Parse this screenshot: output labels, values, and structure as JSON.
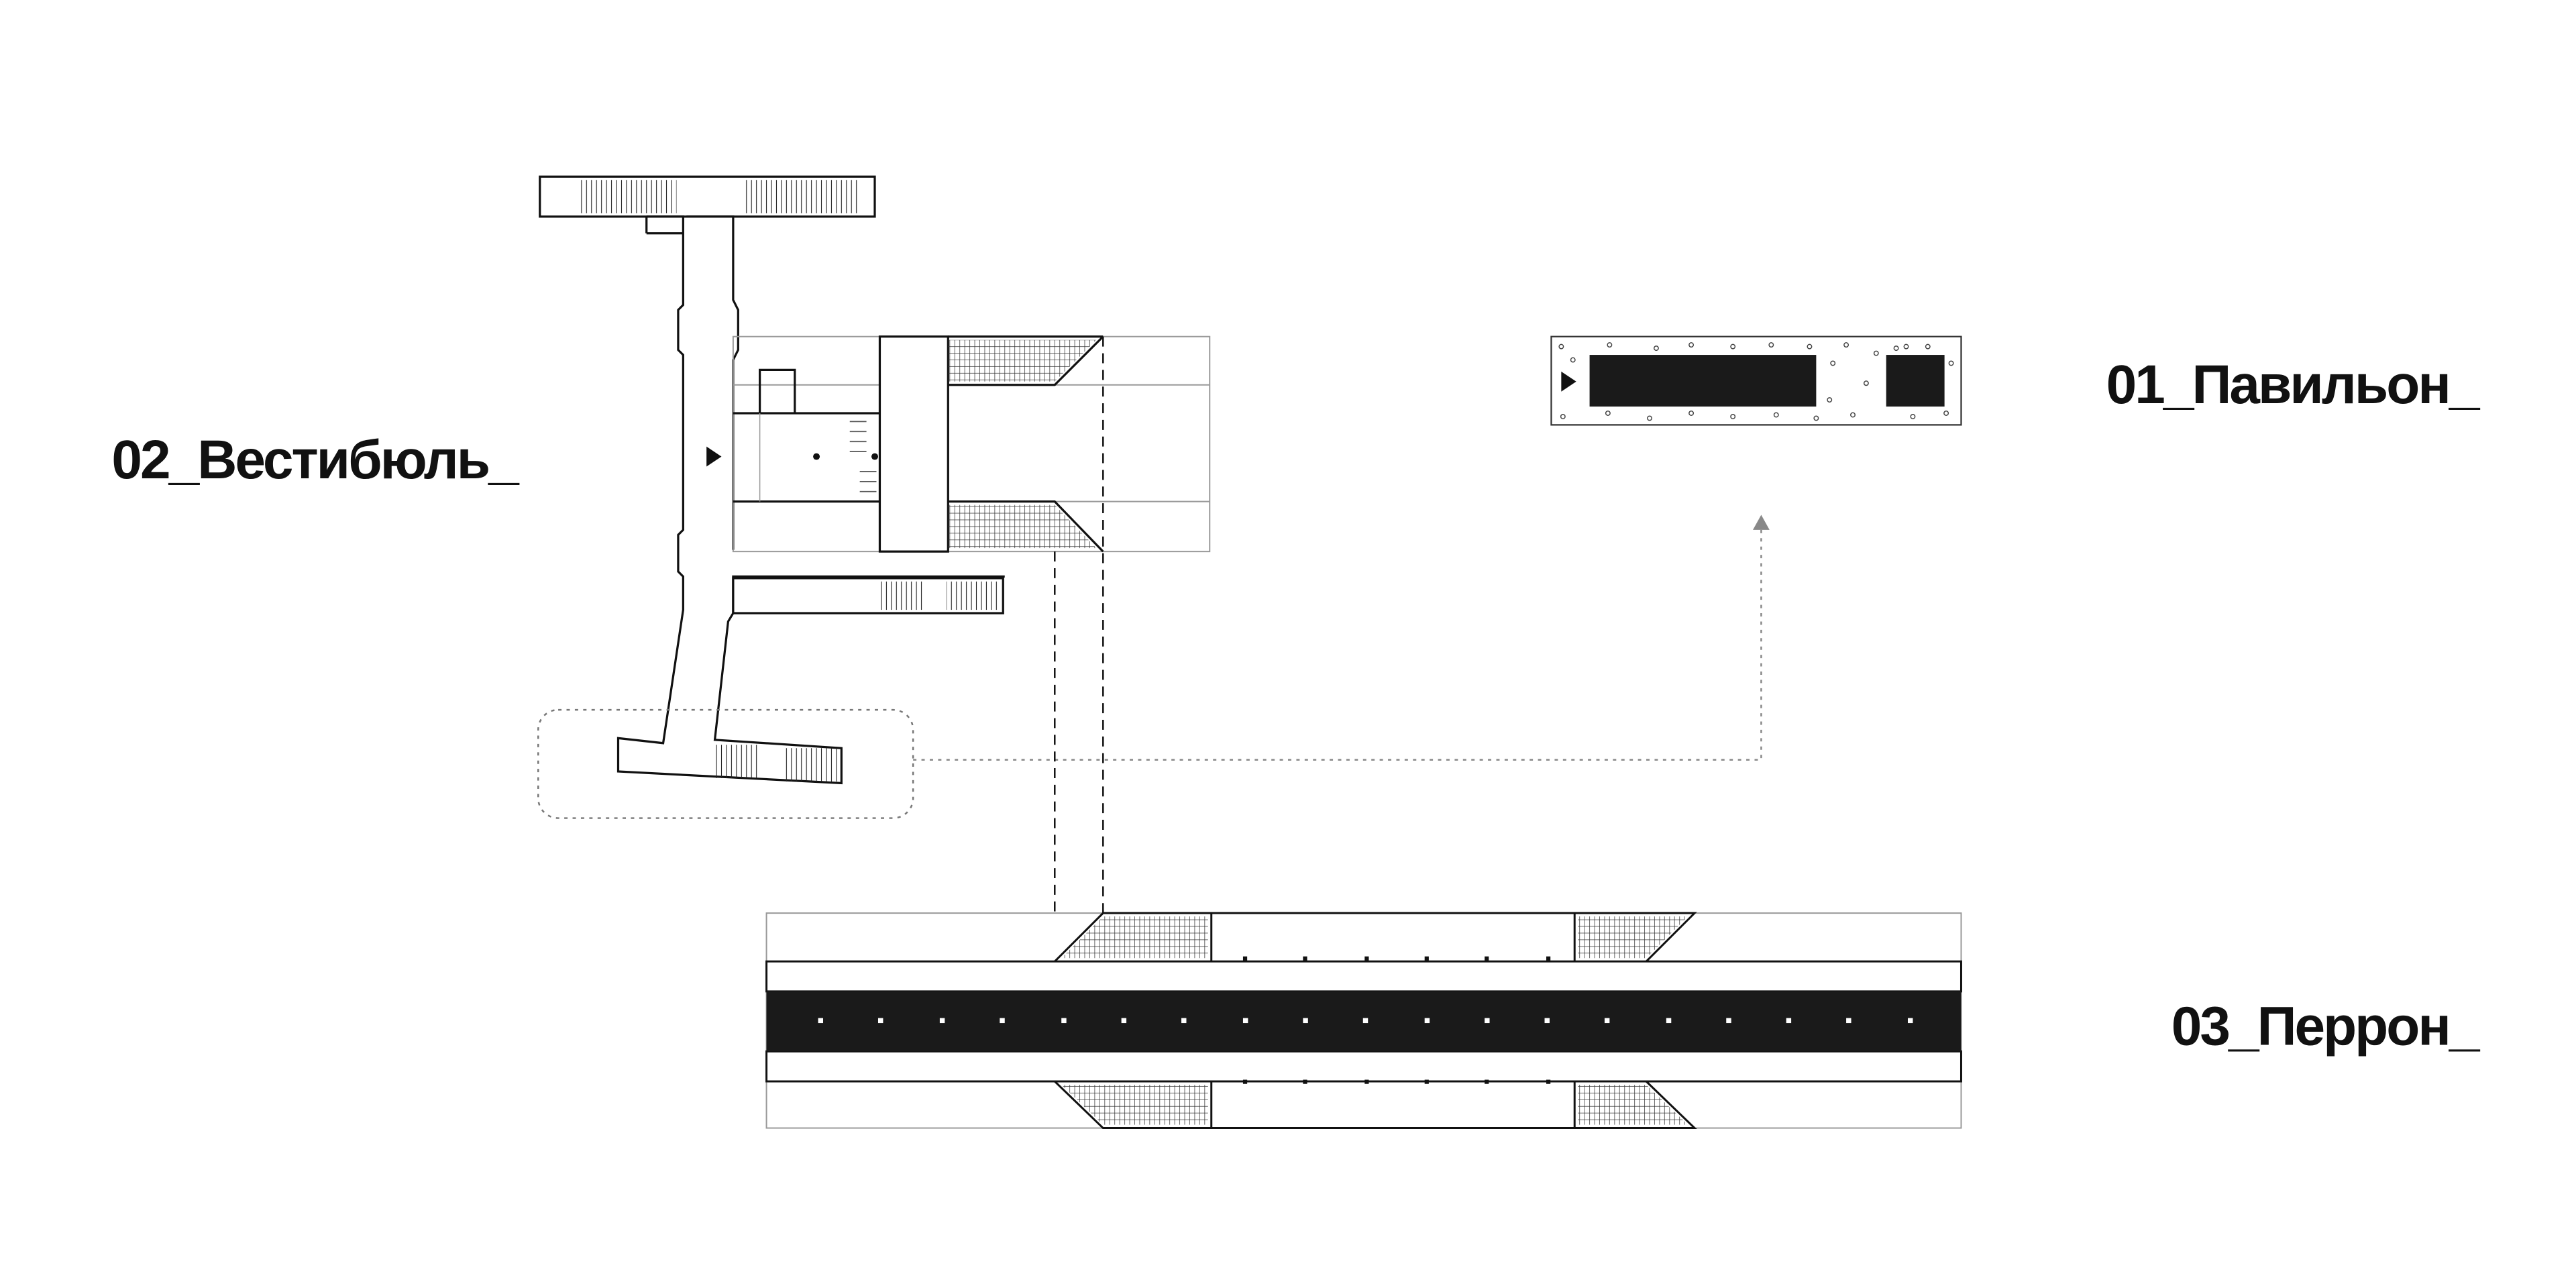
{
  "labels": {
    "pavilion": "01_Павильон_",
    "vestibule": "02_Вестибюль_",
    "platform": "03_Перрон_"
  },
  "colors": {
    "ink": "#111111",
    "fill": "#1a1a1a",
    "background": "#ffffff",
    "connector": "#888888",
    "grid_line": "#999999"
  }
}
